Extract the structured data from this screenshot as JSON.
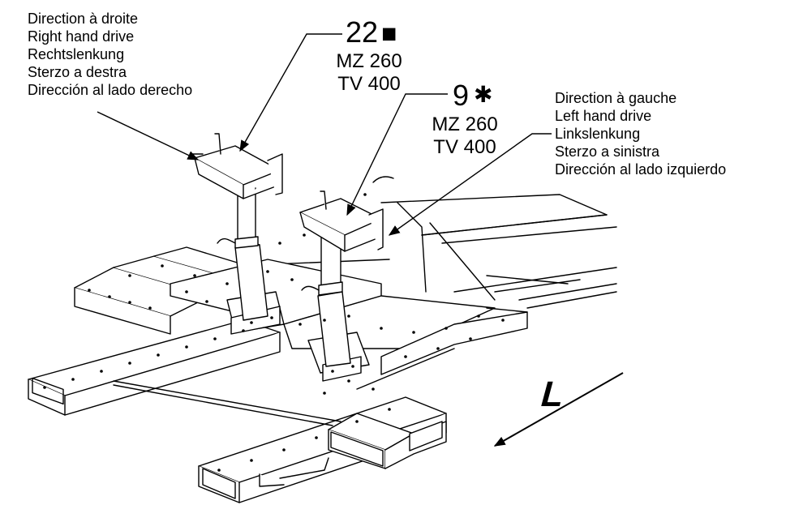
{
  "right_drive": {
    "lines": [
      "Direction à droite",
      "Right hand drive",
      "Rechtslenkung",
      "Sterzo a destra",
      "Dirección al lado derecho"
    ]
  },
  "left_drive": {
    "lines": [
      "Direction à gauche",
      "Left hand drive",
      "Linkslenkung",
      "Sterzo a sinistra",
      "Dirección al lado izquierdo"
    ]
  },
  "callout_22": {
    "number": "22",
    "symbol": "■",
    "model_1": "MZ 260",
    "model_2": "TV 400"
  },
  "callout_9": {
    "number": "9",
    "symbol": "✱",
    "model_1": "MZ 260",
    "model_2": "TV 400"
  },
  "direction_letter": "L"
}
